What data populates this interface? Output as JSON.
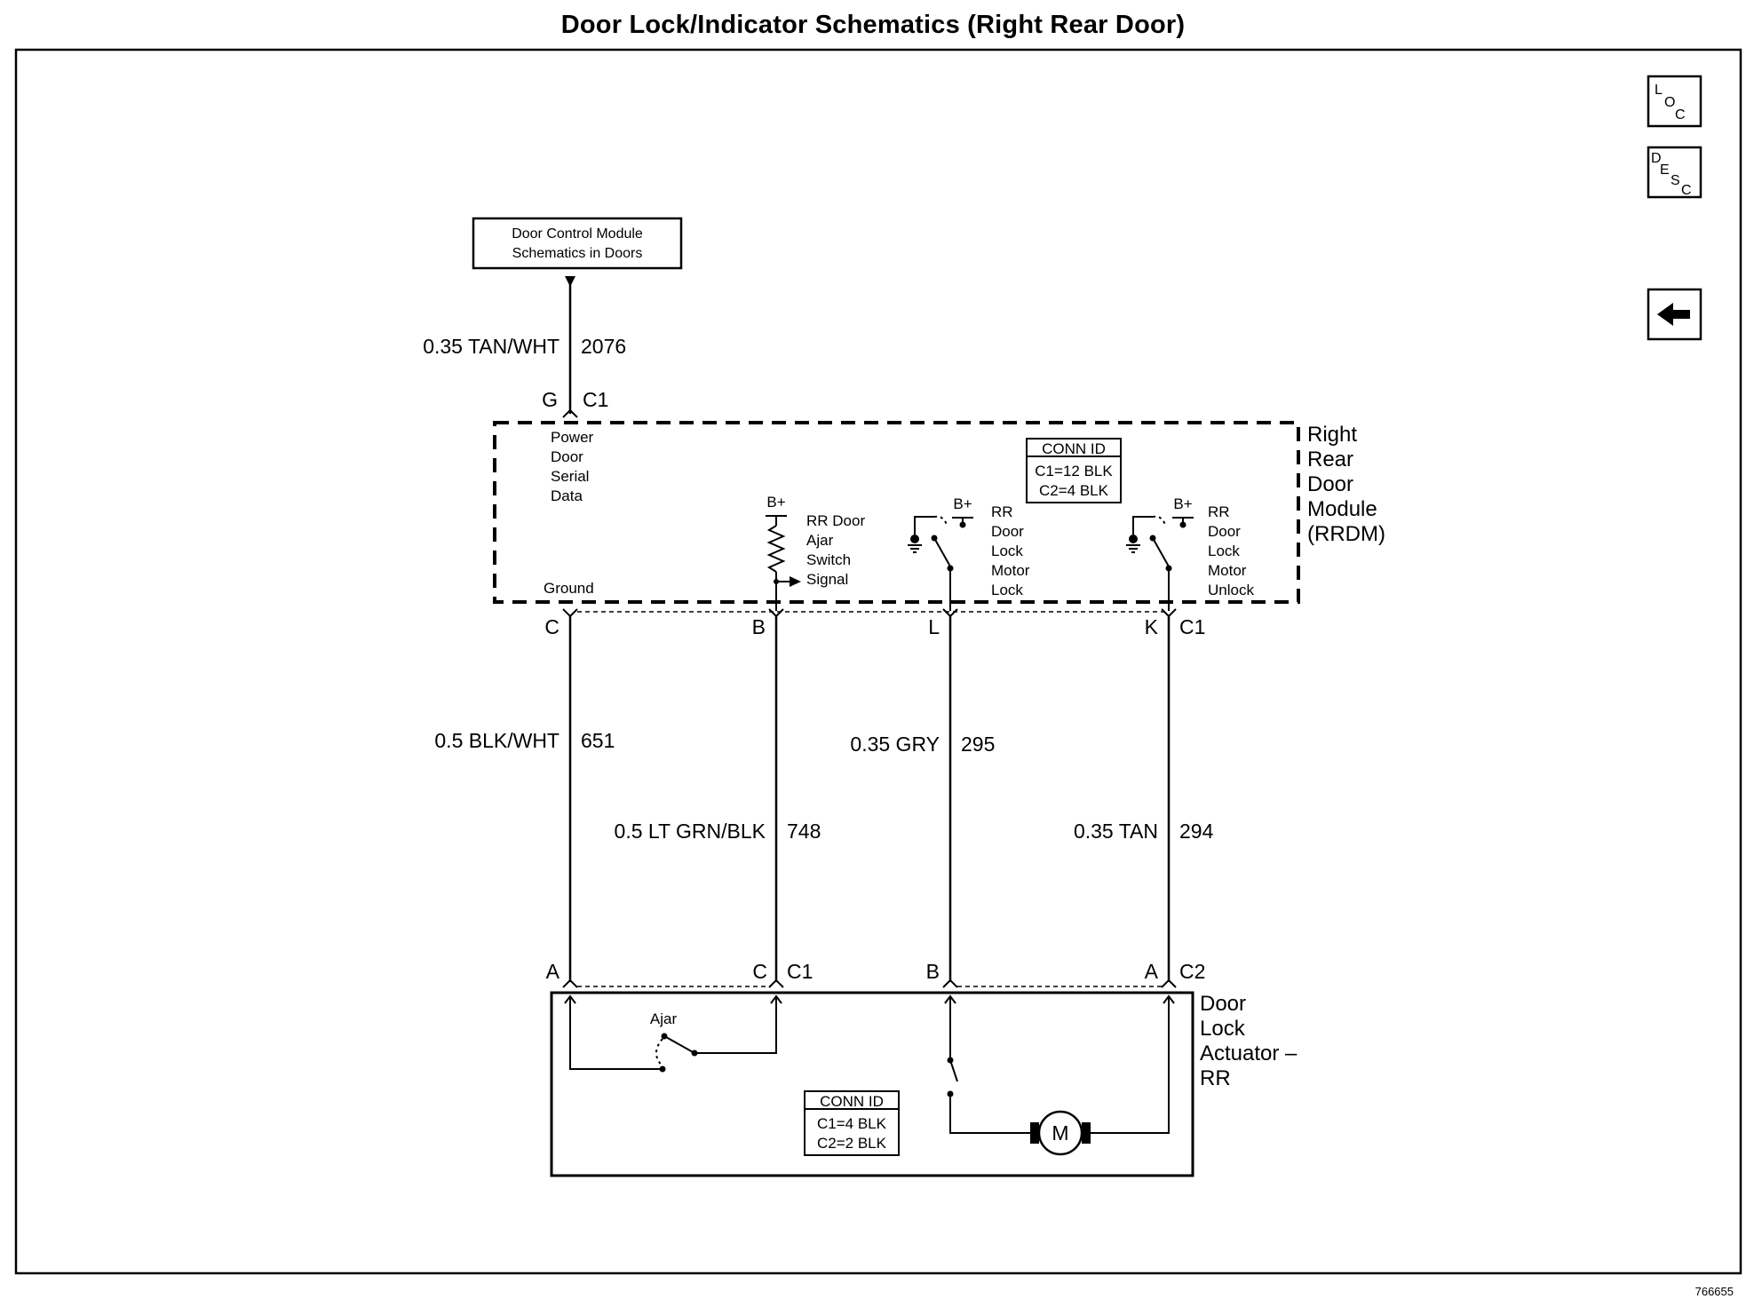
{
  "title": "Door Lock/Indicator Schematics (Right Rear Door)",
  "image_id": "766655",
  "nav": {
    "loc": [
      "L",
      "O",
      "C"
    ],
    "desc": [
      "D",
      "E",
      "S",
      "C"
    ]
  },
  "ref_box": [
    "Door Control Module",
    "Schematics in Doors"
  ],
  "module": {
    "name": [
      "Right",
      "Rear",
      "Door",
      "Module",
      "(RRDM)"
    ],
    "conn_id": {
      "title": "CONN ID",
      "lines": [
        "C1=12 BLK",
        "C2=4 BLK"
      ]
    },
    "power_door_serial": [
      "Power",
      "Door",
      "Serial",
      "Data"
    ],
    "ground": "Ground",
    "bplus": "B+",
    "ajar_switch": [
      "RR Door",
      "Ajar",
      "Switch",
      "Signal"
    ],
    "lock_motor": [
      "RR",
      "Door",
      "Lock",
      "Motor",
      "Lock"
    ],
    "unlock_motor": [
      "RR",
      "Door",
      "Lock",
      "Motor",
      "Unlock"
    ]
  },
  "top_wire": {
    "label": "0.35 TAN/WHT",
    "circuit": "2076",
    "pin": "G",
    "conn": "C1"
  },
  "module_pins": {
    "p1": "C",
    "p2": "B",
    "p3": "L",
    "p4": "K",
    "conn": "C1"
  },
  "wires": [
    {
      "label": "0.5 BLK/WHT",
      "circuit": "651"
    },
    {
      "label": "0.5 LT GRN/BLK",
      "circuit": "748"
    },
    {
      "label": "0.35 GRY",
      "circuit": "295"
    },
    {
      "label": "0.35 TAN",
      "circuit": "294"
    }
  ],
  "actuator_pins": {
    "p1": "A",
    "p2": "C",
    "conn_a": "C1",
    "p3": "B",
    "p4": "A",
    "conn_b": "C2"
  },
  "actuator": {
    "name": [
      "Door",
      "Lock",
      "Actuator –",
      "RR"
    ],
    "ajar": "Ajar",
    "motor": "M",
    "conn_id": {
      "title": "CONN ID",
      "lines": [
        "C1=4 BLK",
        "C2=2 BLK"
      ]
    }
  }
}
